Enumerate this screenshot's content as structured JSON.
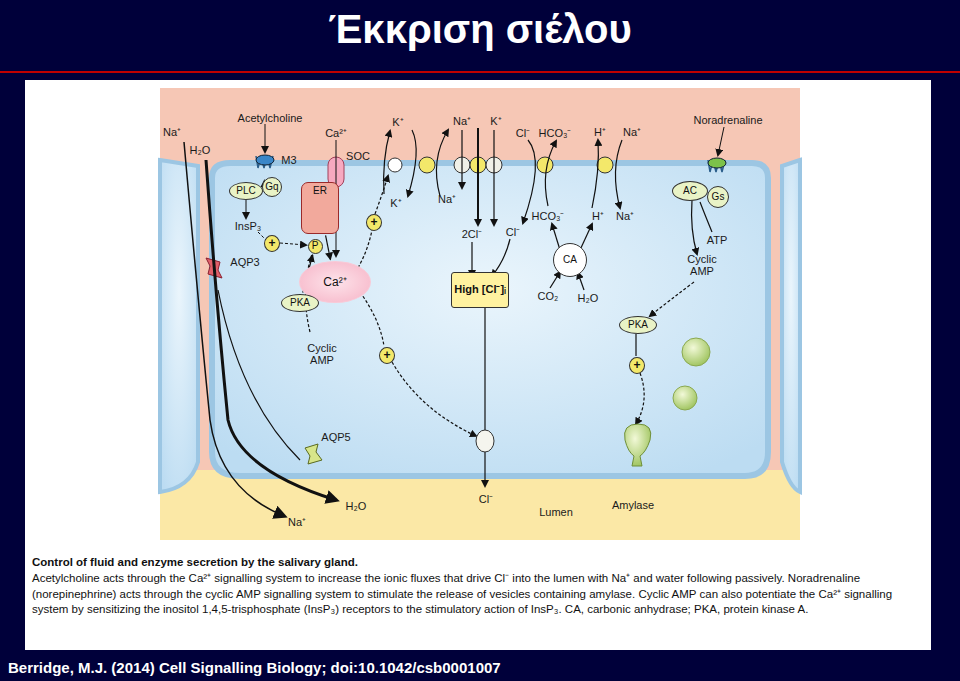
{
  "diagram": {
    "title": "Έκκριση σιέλου",
    "caption": "Control of fluid and enzyme secretion by the salivary gland.",
    "nodes": [
      {
        "text": [
          "PLC"
        ]
      },
      {
        "text": [
          "Gq"
        ]
      },
      {
        "text": [
          "ER"
        ]
      },
      {
        "text": [
          "P"
        ]
      },
      {
        "text": [
          "Ca²⁺"
        ]
      },
      {
        "text": [
          "PKA"
        ]
      },
      {
        "text": [
          "High [Cl⁻]ᵢ"
        ]
      },
      {
        "text": [
          "CA"
        ]
      },
      {
        "text": [
          "AC"
        ]
      },
      {
        "text": [
          "Gs"
        ]
      },
      {
        "text": [
          "PKA"
        ]
      },
      {
        "text": [
          "+"
        ]
      },
      {
        "text": [
          "+"
        ]
      },
      {
        "text": [
          "+"
        ]
      },
      {
        "text": [
          "+"
        ]
      }
    ],
    "edges": [
      {
        "from": 2,
        "to": 4,
        "arrow": "to"
      },
      {
        "from": 5,
        "to": 3,
        "arrow": "to"
      }
    ],
    "labels": [
      "Na⁺",
      "H₂O",
      "Acetylcholine",
      "M3",
      "InsP₃",
      "Ca²⁺",
      "SOC",
      "K⁺",
      "K⁺",
      "Na⁺",
      "K⁺",
      "Na⁺",
      "2Cl⁻",
      "Cl⁻",
      "Cl⁻",
      "HCO₃⁻",
      "H⁺",
      "Na⁺",
      "HCO₃⁻",
      "H⁺",
      "Na⁺",
      "CO₂",
      "H₂O",
      "Noradrenaline",
      "ATP",
      "Cyclic AMP",
      "AQP3",
      "Cyclic AMP",
      "AQP5",
      "H₂O",
      "Na⁺",
      "Cl⁻",
      "Lumen",
      "Amylase",
      "Acetylcholine acts through the Ca²⁺ signalling system to increase the ionic fluxes that drive Cl⁻ into the lumen with Na⁺ and water following passively. Noradrenaline (norepinephrine) acts through the cyclic AMP signalling system to stimulate the release of vesicles containing amylase. Cyclic AMP can also potentiate the Ca²⁺ signalling system by sensitizing the inositol 1,4,5-trisphosphate (InsP₃) receptors to the stimulatory action of InsP₃. CA, carbonic anhydrase; PKA, protein kinase A.",
      "Berridge, M.J. (2014) Cell Signalling Biology; doi:10.1042/csb0001007"
    ]
  }
}
